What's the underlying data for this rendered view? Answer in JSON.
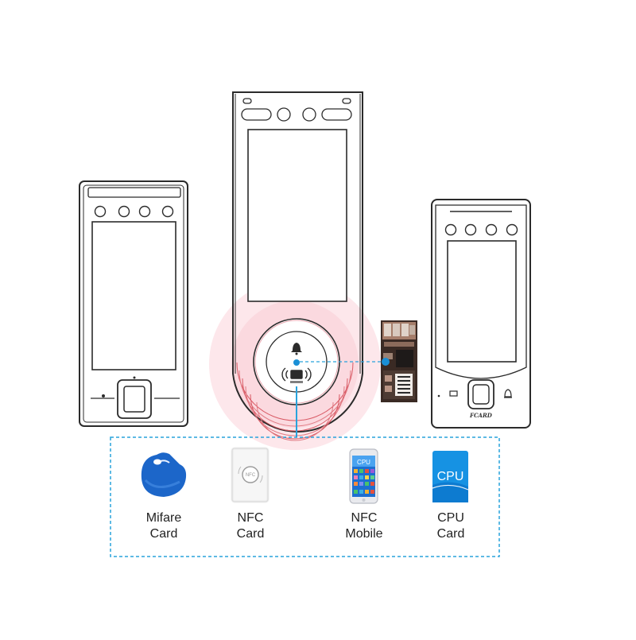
{
  "devices": {
    "left_device": {
      "name": "left-terminal"
    },
    "center_device": {
      "name": "center-terminal"
    },
    "right_device": {
      "name": "right-terminal",
      "brand_label": "FCARD"
    }
  },
  "reader_zone": {
    "highlight_color": "#f6c3cc",
    "link_color": "#29a3dc"
  },
  "cards": [
    {
      "id": "mifare",
      "label_line1": "Mifare",
      "label_line2": "Card",
      "icon": "key-fob-icon"
    },
    {
      "id": "nfc",
      "label_line1": "NFC",
      "label_line2": "Card",
      "icon": "nfc-card-icon",
      "card_text": "NFC"
    },
    {
      "id": "nfc-mobile",
      "label_line1": "NFC",
      "label_line2": "Mobile",
      "icon": "smartphone-icon",
      "app_text": "CPU"
    },
    {
      "id": "cpu",
      "label_line1": "CPU",
      "label_line2": "Card",
      "icon": "cpu-card-icon",
      "card_text": "CPU"
    }
  ],
  "colors": {
    "outline": "#2b2b2b",
    "accent_blue": "#1a8fd6",
    "fob_blue": "#1c66c9"
  }
}
